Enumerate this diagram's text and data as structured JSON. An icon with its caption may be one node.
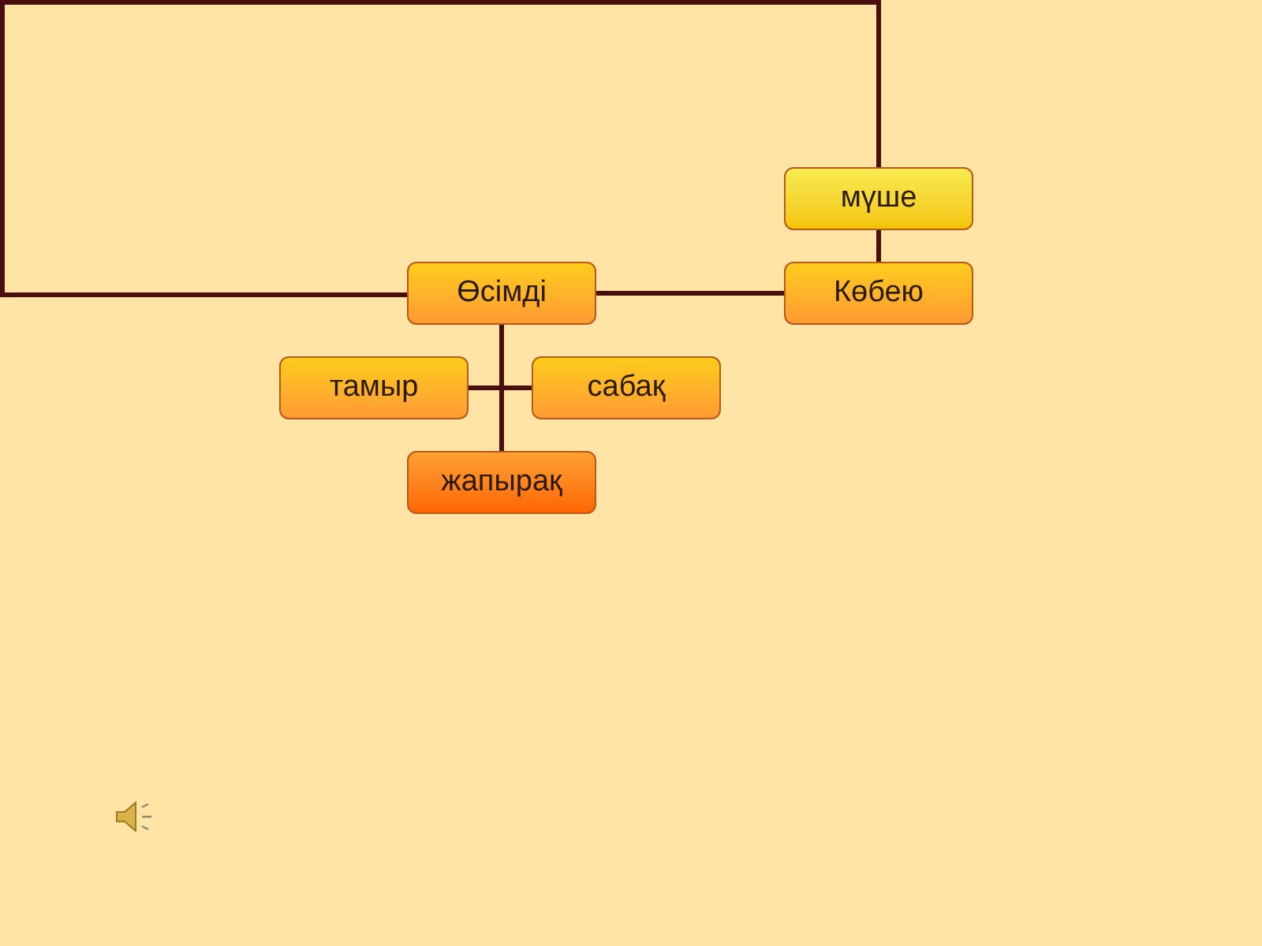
{
  "diagram": {
    "nodes": [
      {
        "text": [
          "Өсімді"
        ]
      },
      {
        "text": [
          "тамыр"
        ]
      },
      {
        "text": [
          "сабақ"
        ]
      },
      {
        "text": [
          "жапырақ"
        ]
      },
      {
        "text": [
          "мүше"
        ]
      },
      {
        "text": [
          "Көбею"
        ]
      }
    ],
    "edges": [
      {
        "from": 0,
        "to": 1,
        "arrow": "none"
      },
      {
        "from": 0,
        "to": 2,
        "arrow": "none"
      },
      {
        "from": 0,
        "to": 3,
        "arrow": "none"
      },
      {
        "from": 0,
        "to": 5,
        "arrow": "none"
      },
      {
        "from": 4,
        "to": 5,
        "arrow": "none"
      },
      {
        "from": 4,
        "to": 0,
        "arrow": "none"
      }
    ]
  }
}
